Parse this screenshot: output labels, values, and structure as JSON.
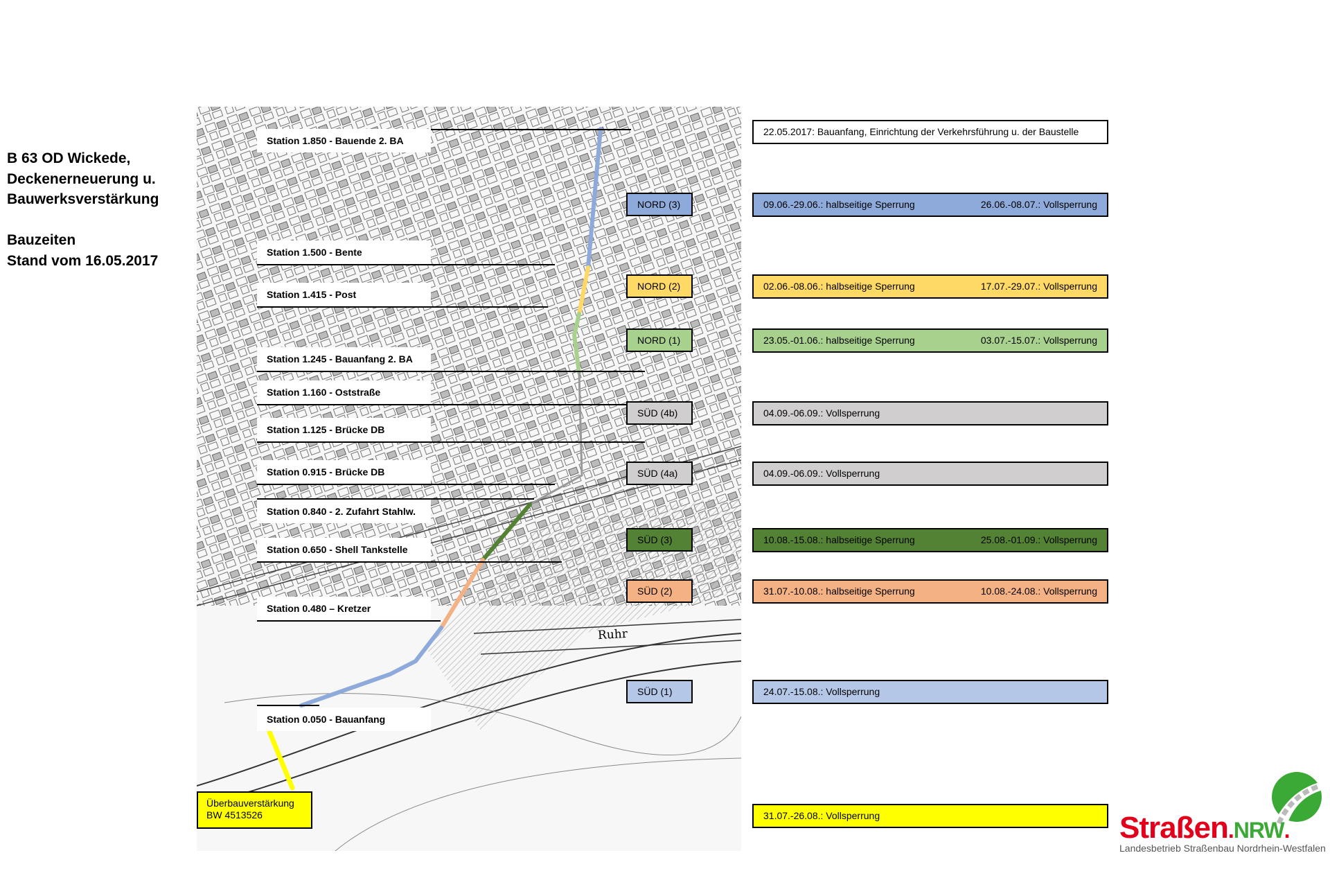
{
  "title": {
    "lines": [
      "B 63 OD Wickede,",
      "Deckenerneuerung u.",
      "Bauwerksverstärkung"
    ],
    "subtitle": [
      "Bauzeiten",
      "Stand vom 16.05.2017"
    ]
  },
  "map": {
    "river_label": "Ruhr",
    "stations": [
      "Station 1.850 - Bauende 2. BA",
      "Station 1.500 - Bente",
      "Station 1.415 - Post",
      "Station 1.245 - Bauanfang 2. BA",
      "Station 1.160 - Oststraße",
      "Station 1.125 - Brücke DB",
      "Station 0.915 - Brücke DB",
      "Station 0.840 - 2. Zufahrt Stahlw.",
      "Station 0.650 - Shell Tankstelle",
      "Station 0.480 – Kretzer",
      "Station 0.050 - Bauanfang"
    ],
    "bridge_label": [
      "Überbauverstärkung",
      "BW 4513526"
    ]
  },
  "zones": [
    {
      "label": "NORD (3)",
      "color": "#8eaadb"
    },
    {
      "label": "NORD (2)",
      "color": "#ffd966"
    },
    {
      "label": "NORD (1)",
      "color": "#a9d18e"
    },
    {
      "label": "SÜD (4b)",
      "color": "#d0cece"
    },
    {
      "label": "SÜD (4a)",
      "color": "#d0cece"
    },
    {
      "label": "SÜD (3)",
      "color": "#548235"
    },
    {
      "label": "SÜD (2)",
      "color": "#f4b183"
    },
    {
      "label": "SÜD (1)",
      "color": "#b4c7e7"
    }
  ],
  "schedule": [
    {
      "left": "22.05.2017: Bauanfang, Einrichtung der Verkehrsführung u. der Baustelle",
      "right": "",
      "color": "#ffffff"
    },
    {
      "left": "09.06.-29.06.: halbseitige Sperrung",
      "right": "26.06.-08.07.: Vollsperrung",
      "color": "#8eaadb"
    },
    {
      "left": "02.06.-08.06.: halbseitige Sperrung",
      "right": "17.07.-29.07.: Vollsperrung",
      "color": "#ffd966"
    },
    {
      "left": "23.05.-01.06.: halbseitige Sperrung",
      "right": "03.07.-15.07.: Vollsperrung",
      "color": "#a9d18e"
    },
    {
      "left": "04.09.-06.09.: Vollsperrung",
      "right": "",
      "color": "#d0cece"
    },
    {
      "left": "04.09.-06.09.: Vollsperrung",
      "right": "",
      "color": "#d0cece"
    },
    {
      "left": "10.08.-15.08.: halbseitige Sperrung",
      "right": "25.08.-01.09.: Vollsperrung",
      "color": "#548235"
    },
    {
      "left": "31.07.-10.08.: halbseitige Sperrung",
      "right": "10.08.-24.08.: Vollsperrung",
      "color": "#f4b183"
    },
    {
      "left": "24.07.-15.08.: Vollsperrung",
      "right": "",
      "color": "#b4c7e7"
    },
    {
      "left": "31.07.-26.08.: Vollsperrung",
      "right": "",
      "color": "#ffff00"
    }
  ],
  "logo": {
    "word": "Straßen",
    "suffix": "NRW",
    "tagline": "Landesbetrieb Straßenbau Nordrhein-Westfalen"
  }
}
